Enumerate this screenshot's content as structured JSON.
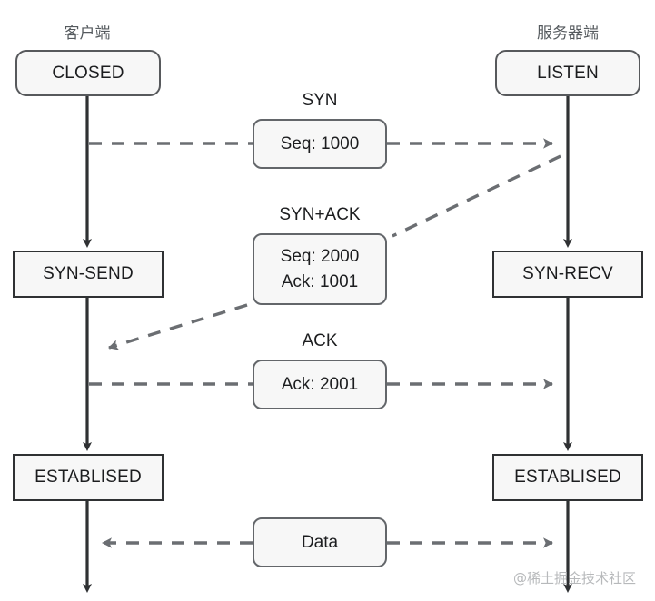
{
  "diagram": {
    "title": "TCP three-way handshake sequence diagram",
    "colors": {
      "lifeline": "#2f3133",
      "dashed_arrow": "#6b6e72",
      "state_border": "#2f3133",
      "rounded_border": "#57595c",
      "message_border": "#63666a",
      "box_fill": "#f7f7f7",
      "lane_label": "#555a5e",
      "watermark": "#b7b9bb",
      "background": "#ffffff"
    }
  },
  "lanes": [
    {
      "id": "client",
      "label": "客户端"
    },
    {
      "id": "server",
      "label": "服务器端"
    }
  ],
  "states": {
    "client": [
      {
        "id": "client-closed",
        "label": "CLOSED",
        "shape": "rounded"
      },
      {
        "id": "client-syn-send",
        "label": "SYN-SEND",
        "shape": "rect"
      },
      {
        "id": "client-established",
        "label": "ESTABLISED",
        "shape": "rect"
      }
    ],
    "server": [
      {
        "id": "server-listen",
        "label": "LISTEN",
        "shape": "rounded"
      },
      {
        "id": "server-syn-recv",
        "label": "SYN-RECV",
        "shape": "rect"
      },
      {
        "id": "server-established",
        "label": "ESTABLISED",
        "shape": "rect"
      }
    ]
  },
  "messages": [
    {
      "id": "syn",
      "caption": "SYN",
      "lines": [
        "Seq: 1000"
      ],
      "direction": "client-to-server"
    },
    {
      "id": "syn-ack",
      "caption": "SYN+ACK",
      "lines": [
        "Seq: 2000",
        "Ack: 1001"
      ],
      "direction": "server-to-client"
    },
    {
      "id": "ack",
      "caption": "ACK",
      "lines": [
        "Ack: 2001"
      ],
      "direction": "client-to-server"
    },
    {
      "id": "data",
      "caption": "",
      "lines": [
        "Data"
      ],
      "direction": "bidirectional"
    }
  ],
  "watermark": {
    "text": "@稀土掘金技术社区"
  }
}
